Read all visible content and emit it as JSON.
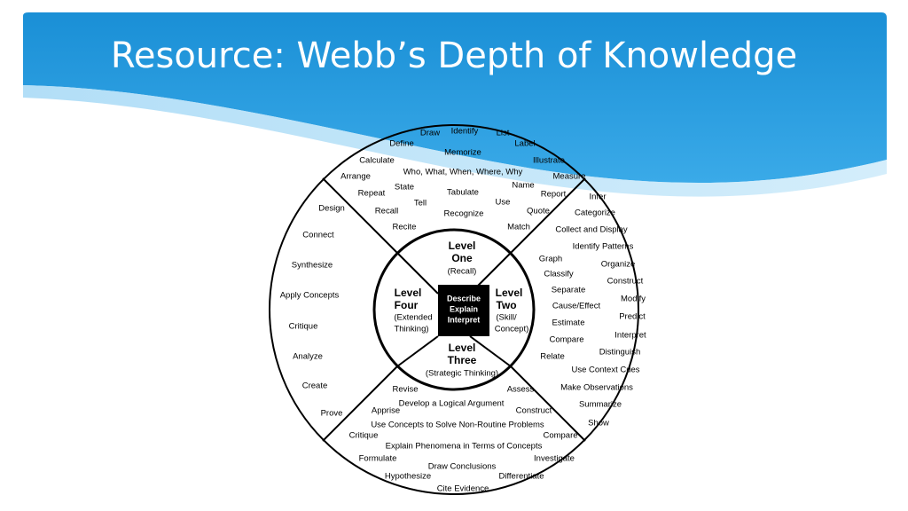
{
  "title": "Resource: Webb’s Depth of Knowledge",
  "center": [
    "Describe",
    "Explain",
    "Interpret"
  ],
  "levels": {
    "one": {
      "line1": "Level",
      "line2": "One",
      "sub": "(Recall)"
    },
    "two": {
      "line1": "Level",
      "line2": "Two",
      "sub1": "(Skill/",
      "sub2": "Concept)"
    },
    "three": {
      "line1": "Level",
      "line2": "Three",
      "sub": "(Strategic Thinking)"
    },
    "four": {
      "line1": "Level",
      "line2": "Four",
      "sub1": "(Extended",
      "sub2": "Thinking)"
    }
  },
  "words": {
    "one": [
      "Draw",
      "Identify",
      "List",
      "Define",
      "Label",
      "Memorize",
      "Calculate",
      "Illustrate",
      "Arrange",
      "Who, What, When, Where, Why",
      "Measure",
      "State",
      "Name",
      "Repeat",
      "Tabulate",
      "Report",
      "Tell",
      "Use",
      "Recall",
      "Quote",
      "Recognize",
      "Recite",
      "Match"
    ],
    "two": [
      "Infer",
      "Categorize",
      "Collect and Display",
      "Identify Patterns",
      "Graph",
      "Organize",
      "Classify",
      "Construct",
      "Separate",
      "Modify",
      "Cause/Effect",
      "Predict",
      "Estimate",
      "Interpret",
      "Compare",
      "Distinguish",
      "Relate",
      "Use Context Cues",
      "Make Observations",
      "Summarize",
      "Show"
    ],
    "three": [
      "Revise",
      "Assess",
      "Develop a Logical Argument",
      "Apprise",
      "Construct",
      "Use Concepts to Solve Non-Routine Problems",
      "Critique",
      "Compare",
      "Explain Phenomena in Terms of Concepts",
      "Formulate",
      "Investigate",
      "Draw Conclusions",
      "Hypothesize",
      "Differentiate",
      "Cite Evidence"
    ],
    "four": [
      "Design",
      "Connect",
      "Synthesize",
      "Apply Concepts",
      "Critique",
      "Analyze",
      "Create",
      "Prove"
    ]
  }
}
